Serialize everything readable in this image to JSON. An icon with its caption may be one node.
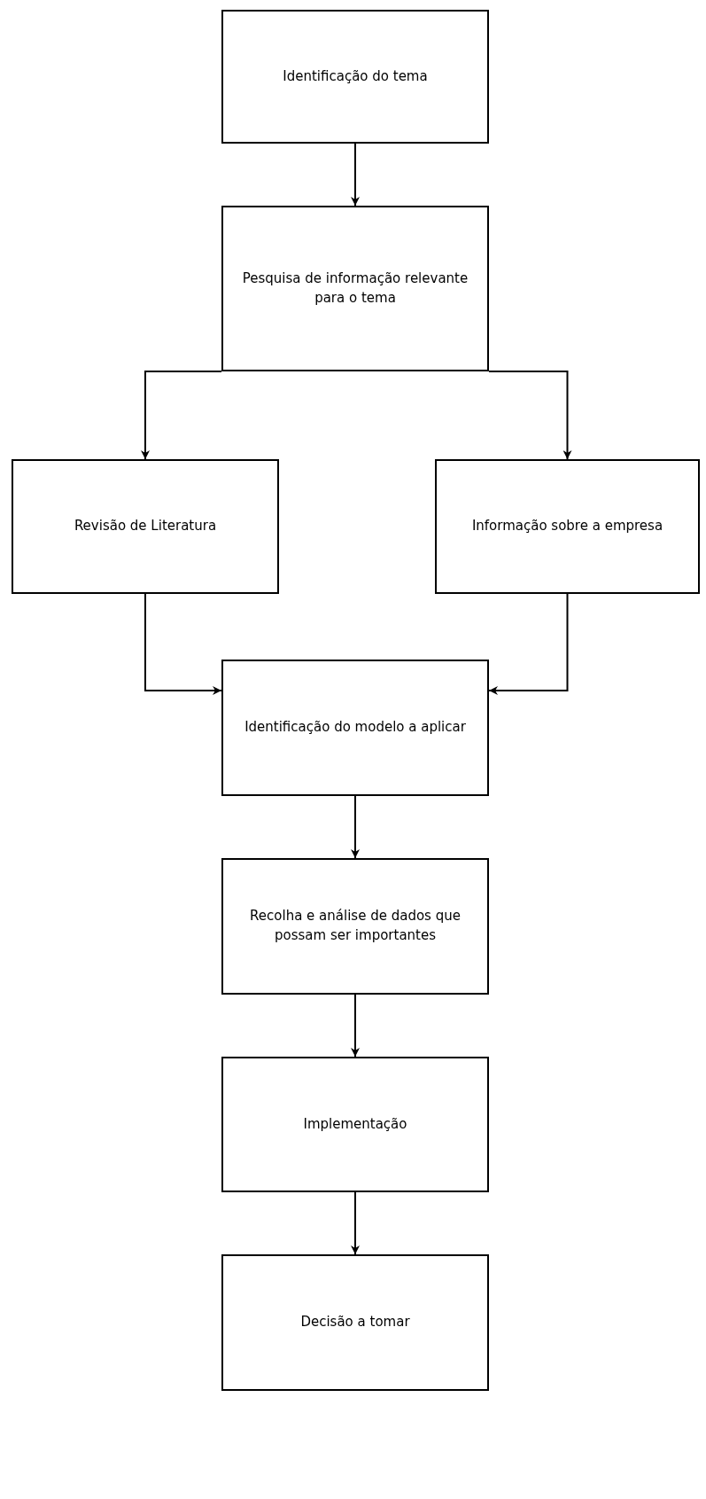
{
  "diagram": {
    "nodes": [
      {
        "text": [
          "Identificação do tema"
        ]
      },
      {
        "text": [
          "Pesquisa de informação relevante para o tema"
        ]
      },
      {
        "text": [
          "Revisão de Literatura"
        ]
      },
      {
        "text": [
          "Informação sobre a empresa"
        ]
      },
      {
        "text": [
          "Identificação do modelo a aplicar"
        ]
      },
      {
        "text": [
          "Recolha e análise de dados que possam ser importantes"
        ]
      },
      {
        "text": [
          "Implementação"
        ]
      },
      {
        "text": [
          "Decisão a tomar"
        ]
      }
    ],
    "edges": [
      {
        "from": 0,
        "to": 1,
        "arrow": "to"
      },
      {
        "from": 1,
        "to": 2,
        "arrow": "to"
      },
      {
        "from": 1,
        "to": 3,
        "arrow": "to"
      },
      {
        "from": 2,
        "to": 4,
        "arrow": "to"
      },
      {
        "from": 3,
        "to": 4,
        "arrow": "to"
      },
      {
        "from": 4,
        "to": 5,
        "arrow": "to"
      },
      {
        "from": 5,
        "to": 6,
        "arrow": "to"
      },
      {
        "from": 6,
        "to": 7,
        "arrow": "to"
      }
    ]
  }
}
